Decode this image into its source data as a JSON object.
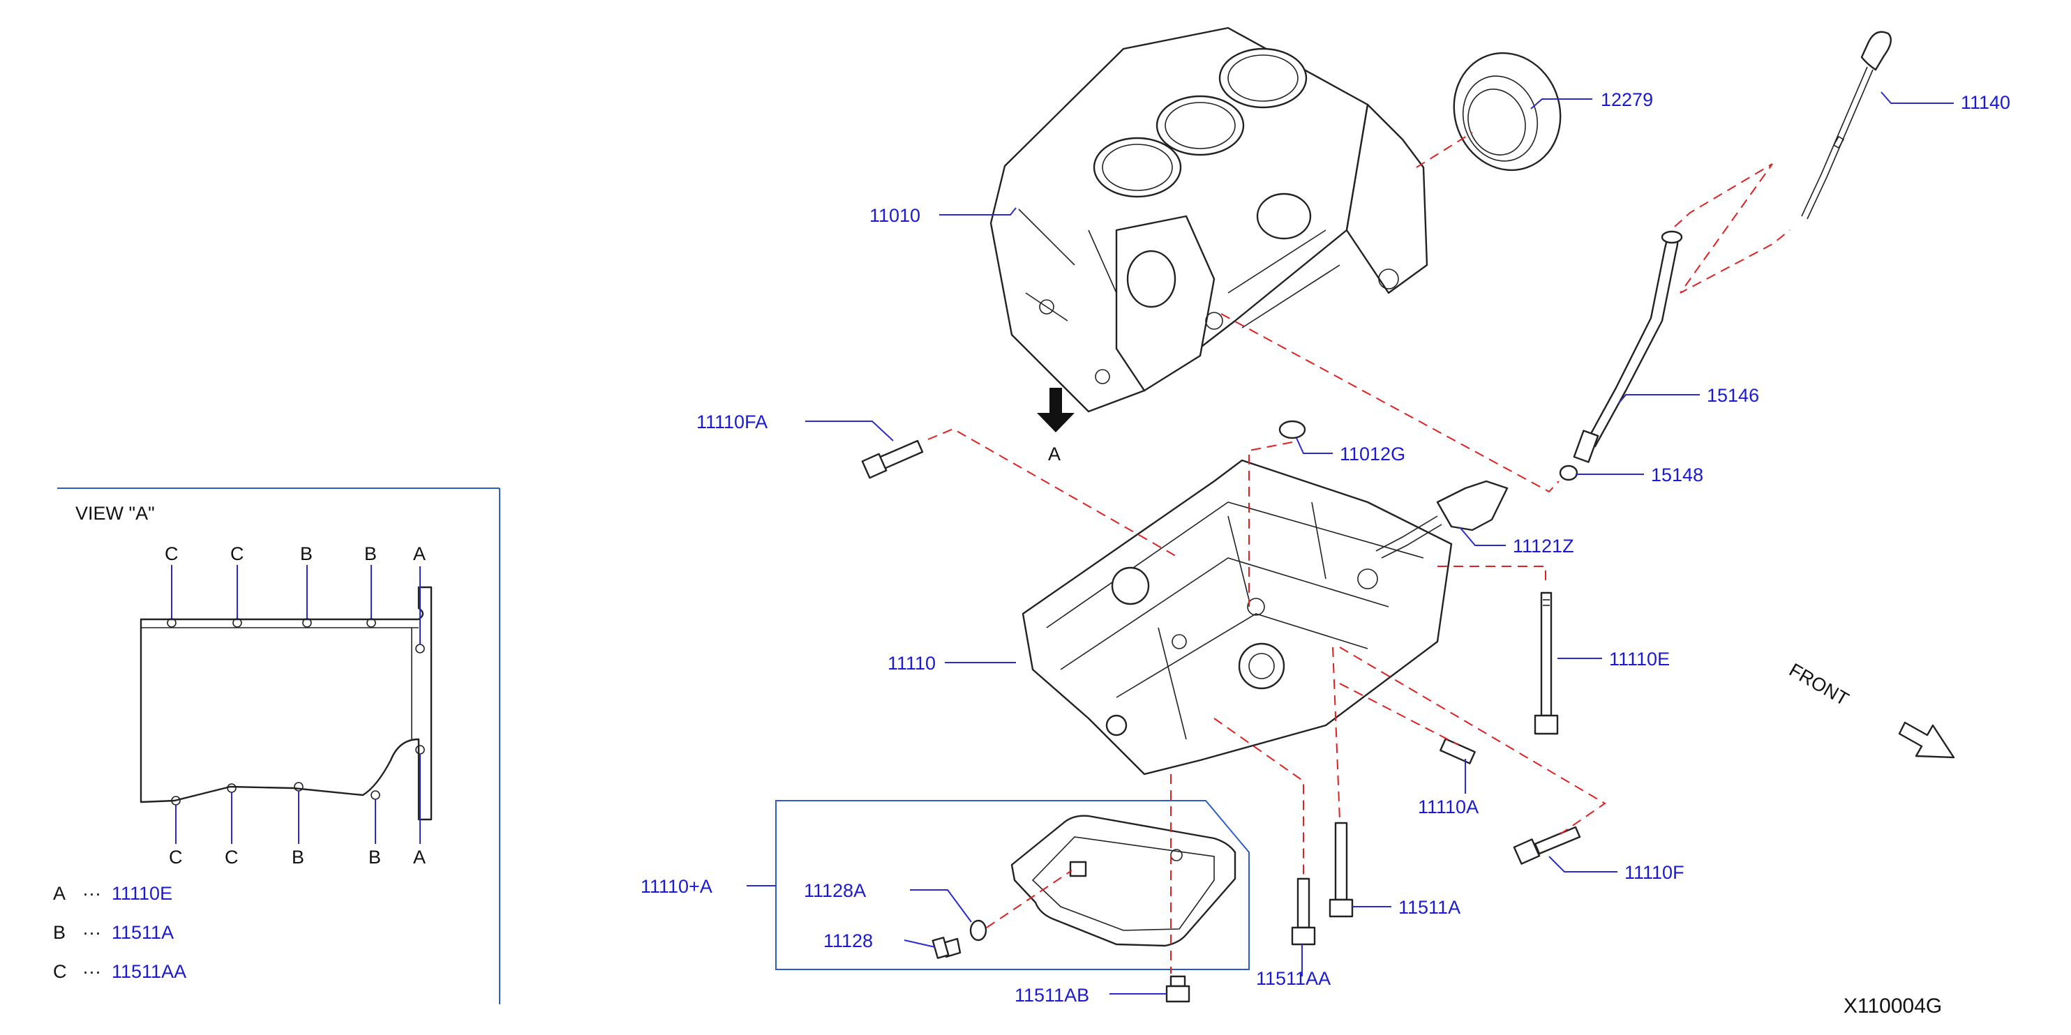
{
  "parts": [
    {
      "id": "p12279",
      "label": "12279"
    },
    {
      "id": "p11140",
      "label": "11140"
    },
    {
      "id": "p11010",
      "label": "11010"
    },
    {
      "id": "p15146",
      "label": "15146"
    },
    {
      "id": "p11110FA",
      "label": "11110FA"
    },
    {
      "id": "p11012G",
      "label": "11012G"
    },
    {
      "id": "p15148",
      "label": "15148"
    },
    {
      "id": "p11121Z",
      "label": "11121Z"
    },
    {
      "id": "p11110E",
      "label": "11110E"
    },
    {
      "id": "p11110",
      "label": "11110"
    },
    {
      "id": "p11110A",
      "label": "11110A"
    },
    {
      "id": "p11110F",
      "label": "11110F"
    },
    {
      "id": "p11110plusA",
      "label": "11110+A"
    },
    {
      "id": "p11128A",
      "label": "11128A"
    },
    {
      "id": "p11128",
      "label": "11128"
    },
    {
      "id": "p11511A",
      "label": "11511A"
    },
    {
      "id": "p11511AA",
      "label": "11511AA"
    },
    {
      "id": "p11511AB",
      "label": "11511AB"
    }
  ],
  "view_arrow_label": "A",
  "front_label": "FRONT",
  "diagram_code": "X110004G",
  "view_panel": {
    "title": "VIEW  \"A\"",
    "top_markers": [
      "C",
      "C",
      "B",
      "B",
      "A"
    ],
    "bottom_markers": [
      "C",
      "C",
      "B",
      "B",
      "A"
    ],
    "legend": [
      {
        "key": "A",
        "sep": "···",
        "part": "11110E"
      },
      {
        "key": "B",
        "sep": "···",
        "part": "11511A"
      },
      {
        "key": "C",
        "sep": "···",
        "part": "11511AA"
      }
    ]
  }
}
